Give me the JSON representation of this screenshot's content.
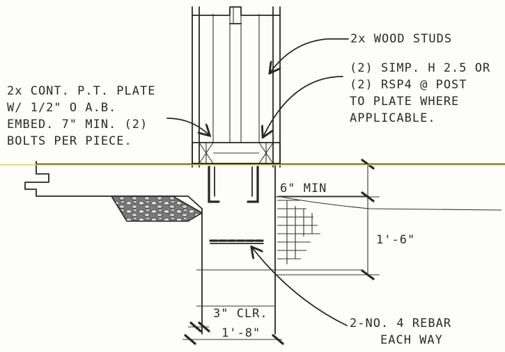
{
  "notes": {
    "wood_studs": "2x WOOD STUDS",
    "connector_line1": "(2) SIMP. H 2.5 OR",
    "connector_line2": "(2) RSP4 @ POST",
    "connector_line3": "TO PLATE WHERE",
    "connector_line4": "APPLICABLE.",
    "plate_line1": "2x CONT. P.T. PLATE",
    "plate_line2": "W/ 1/2\" O A.B.",
    "plate_line3": "EMBED. 7\" MIN. (2)",
    "plate_line4": "BOLTS PER PIECE.",
    "rebar_line1": "2-NO. 4 REBAR",
    "rebar_line2": "EACH WAY"
  },
  "dimensions": {
    "min_clearance": "6\" MIN",
    "footing_depth": "1'-6\"",
    "cover": "3\" CLR.",
    "footing_width": "1'-8\""
  },
  "colors": {
    "ink": "#262626",
    "highlight_line": "#f2d21a",
    "paper": "#fdfdfb"
  }
}
